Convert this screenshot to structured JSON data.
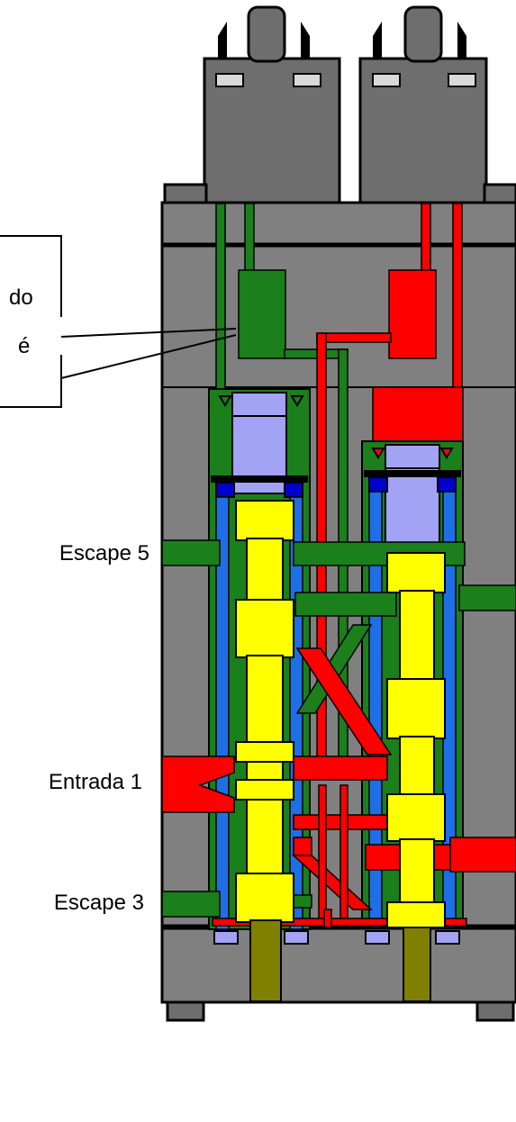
{
  "callout": {
    "line1": "do",
    "line2": "é"
  },
  "ports": {
    "escape5": "Escape 5",
    "entrada1": "Entrada 1",
    "escape3": "Escape 3"
  },
  "colors": {
    "body_gray": "#808080",
    "pilot_gray": "#6e6e6e",
    "outline": "#000000",
    "green": "#1b7f1b",
    "red": "#ff0000",
    "yellow": "#ffff00",
    "blue": "#1e6fe6",
    "seal_blue": "#0000cc",
    "lavender": "#a3a3f5",
    "olive": "#7f7f00"
  }
}
